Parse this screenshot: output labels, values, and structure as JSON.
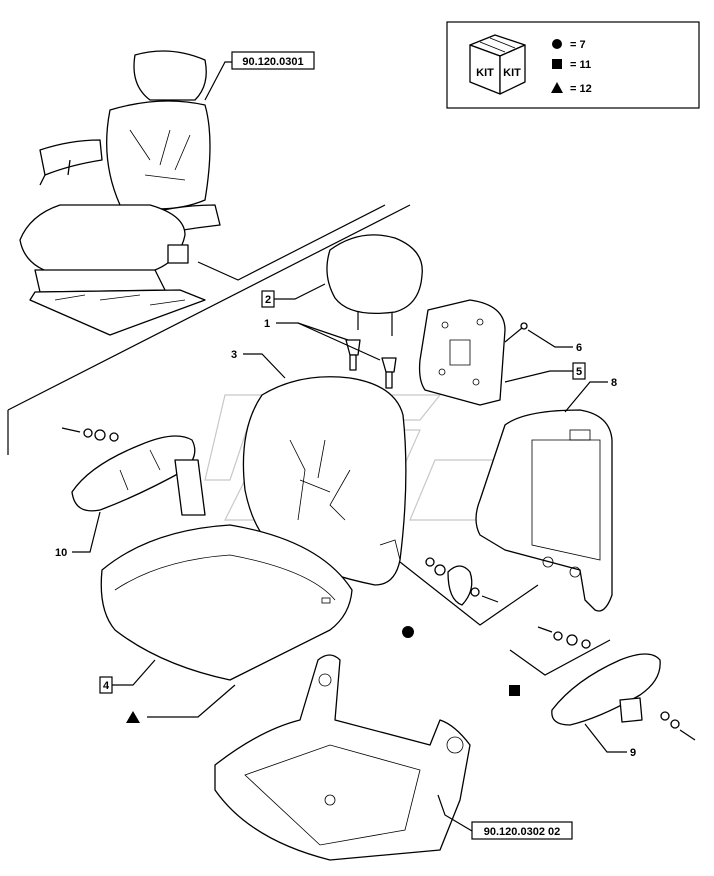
{
  "reference_labels": {
    "seat_assembly": "90.120.0301",
    "seat_base": "90.120.0302 02"
  },
  "kit_legend": {
    "kit_text_left": "KIT",
    "kit_text_right": "KIT",
    "rows": [
      {
        "symbol": "circle",
        "text": "= 7"
      },
      {
        "symbol": "square",
        "text": "= 11"
      },
      {
        "symbol": "triangle",
        "text": "= 12"
      }
    ]
  },
  "callouts": {
    "c1": "1",
    "c2": "2",
    "c3": "3",
    "c4": "4",
    "c5": "5",
    "c6": "6",
    "c8": "8",
    "c9": "9",
    "c10": "10"
  },
  "colors": {
    "line": "#000000",
    "watermark": "#c8c8c8",
    "background": "#ffffff"
  }
}
